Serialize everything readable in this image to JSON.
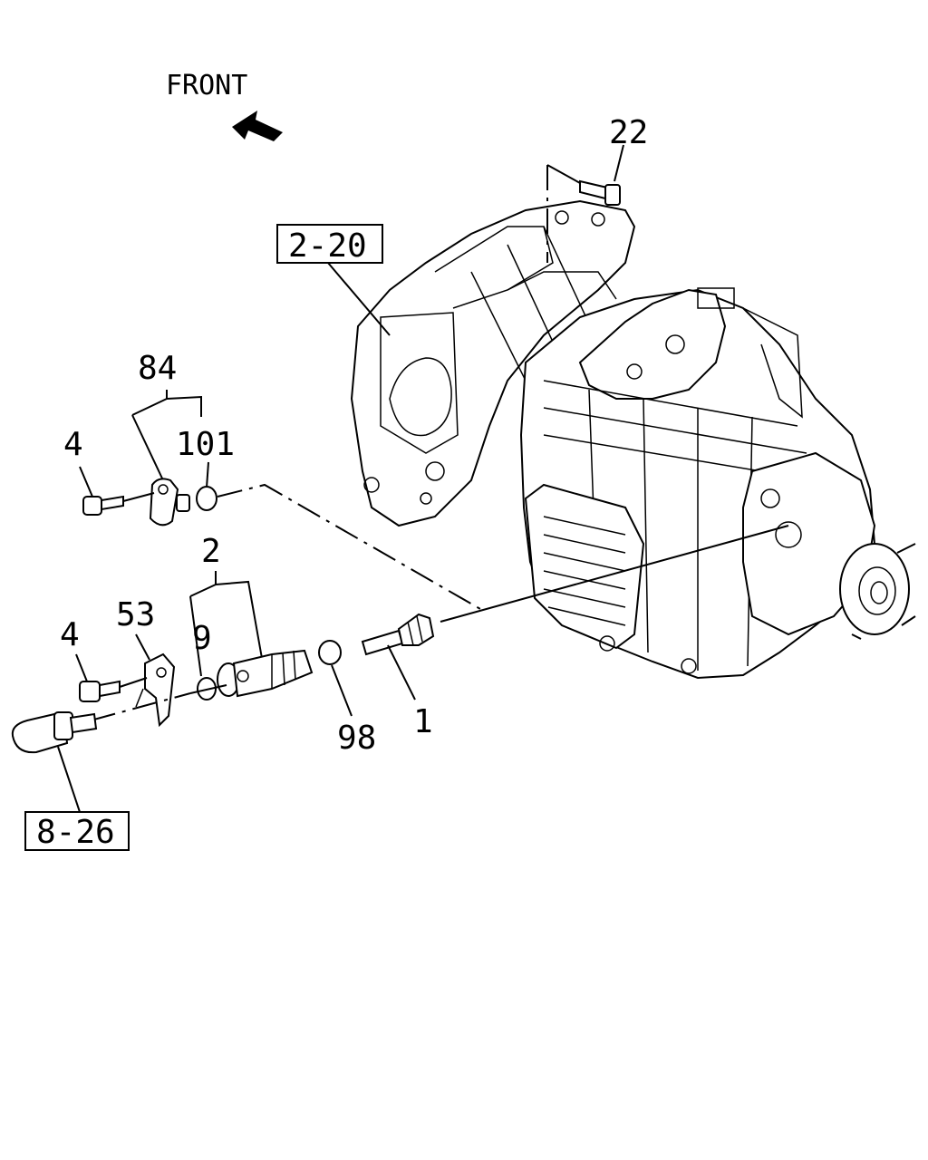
{
  "front_label": "FRONT",
  "references": {
    "transmission": "2-20",
    "sensor": "8-26"
  },
  "callouts": {
    "p22": "22",
    "p84": "84",
    "p101": "101",
    "p4_upper": "4",
    "p2": "2",
    "p53": "53",
    "p9": "9",
    "p4_lower": "4",
    "p1": "1",
    "p98": "98"
  }
}
